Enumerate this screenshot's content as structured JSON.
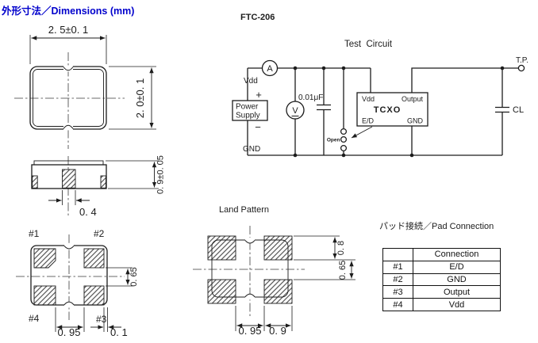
{
  "page": {
    "title": "外形寸法／Dimensions (mm)",
    "model": "FTC-206"
  },
  "colors": {
    "title_blue": "#0000cc",
    "line": "#1c1c1c"
  },
  "dimensions_drawing": {
    "top_view": {
      "width": "2. 5±0. 1",
      "height": "2. 0±0. 1"
    },
    "side_view": {
      "height": "0. 9±0. 05",
      "center_pad_width": "0. 4"
    },
    "bottom_view": {
      "pad_labels": [
        "#1",
        "#2",
        "#3",
        "#4"
      ],
      "pad_gap_vertical": "0. 65",
      "pad_gap_horizontal": "0. 95",
      "edge_clearance": "0. 1"
    },
    "land_pattern": {
      "title": "Land Pattern",
      "pad_height": "0. 8",
      "pad_gap_vertical": "0. 65",
      "pad_gap_horizontal": "0. 95",
      "pad_width": "0. 9"
    }
  },
  "test_circuit": {
    "title": "Test  Circuit",
    "power_supply": {
      "line1": "Power",
      "line2": "Supply",
      "plus": "+",
      "minus": "−",
      "vdd": "Vdd",
      "gnd": "GND"
    },
    "meters": {
      "ammeter": "A",
      "voltmeter": "V"
    },
    "bypass_cap": "0.01μF",
    "load_cap": "CL",
    "test_point": "T.P.",
    "switch_open": "Open",
    "tcxo": {
      "name": "TCXO",
      "pin_vdd": "Vdd",
      "pin_output": "Output",
      "pin_ed": "E/D",
      "pin_gnd": "GND"
    }
  },
  "pad_connection": {
    "title": "パッド接続／Pad Connection",
    "header": [
      "",
      "Connection"
    ],
    "rows": [
      [
        "#1",
        "E/D"
      ],
      [
        "#2",
        "GND"
      ],
      [
        "#3",
        "Output"
      ],
      [
        "#4",
        "Vdd"
      ]
    ]
  }
}
